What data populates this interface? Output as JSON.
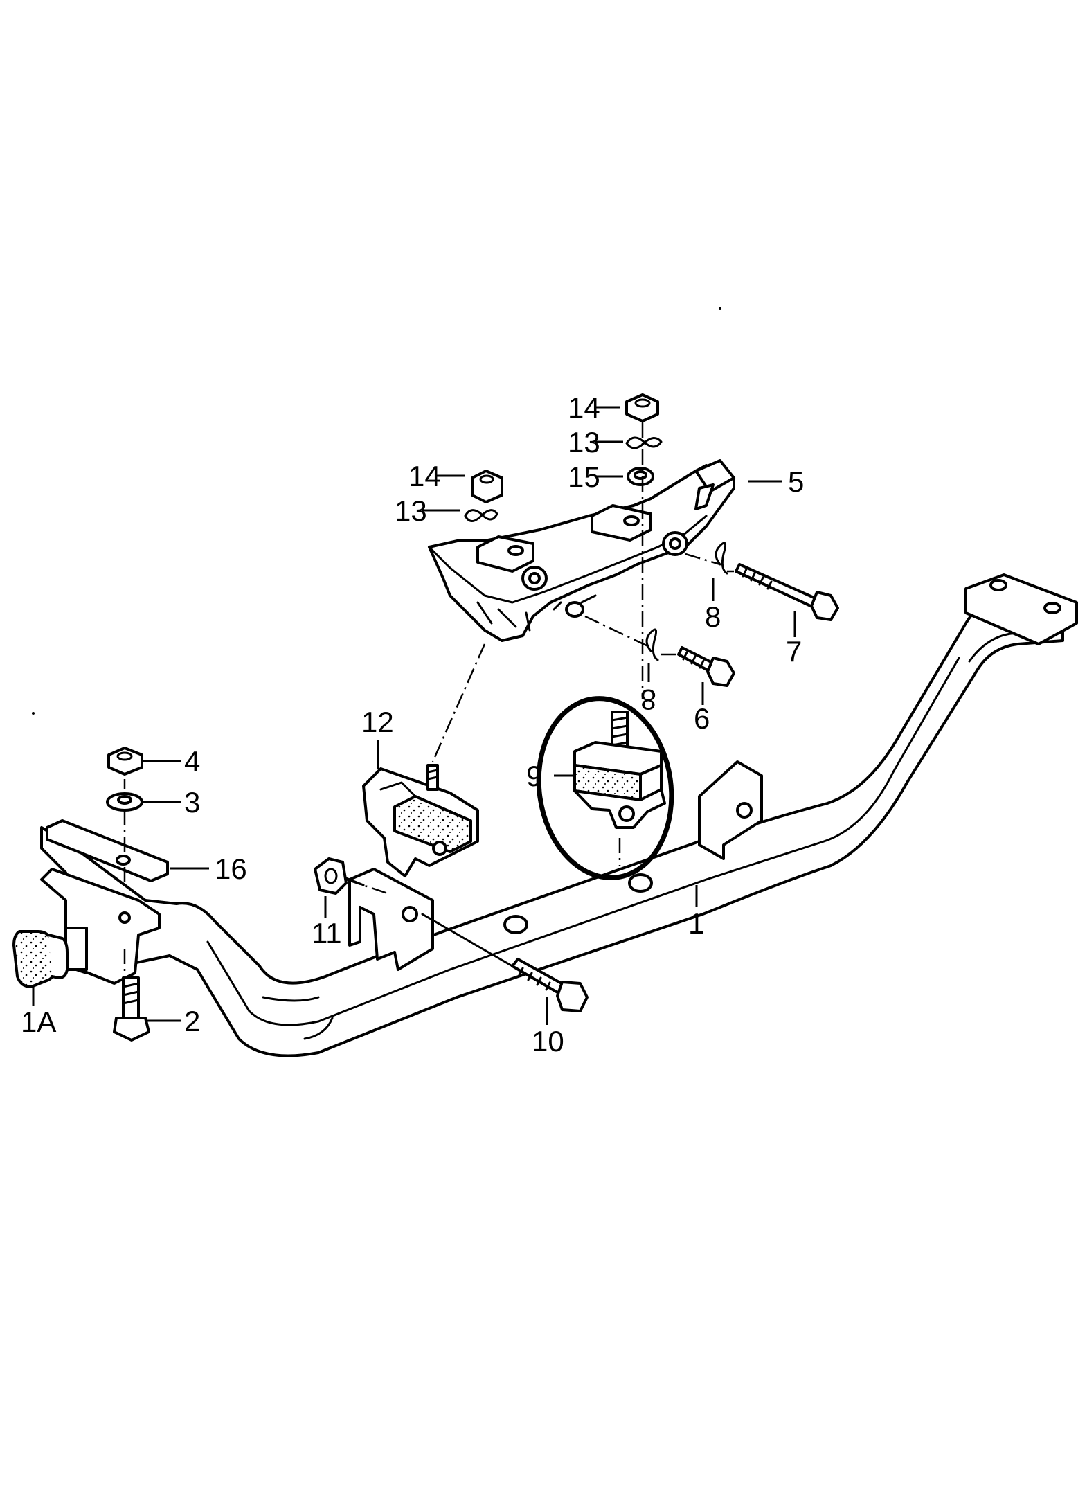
{
  "labels": {
    "c1": "1",
    "c1a": "1A",
    "c2": "2",
    "c3": "3",
    "c4": "4",
    "c5": "5",
    "c6": "6",
    "c7": "7",
    "c8a": "8",
    "c8b": "8",
    "c9": "9",
    "c10": "10",
    "c11": "11",
    "c12": "12",
    "c13a": "13",
    "c13b": "13",
    "c14a": "14",
    "c14b": "14",
    "c15": "15",
    "c16": "16"
  },
  "highlight": {
    "part": "9",
    "color": "#000000"
  }
}
